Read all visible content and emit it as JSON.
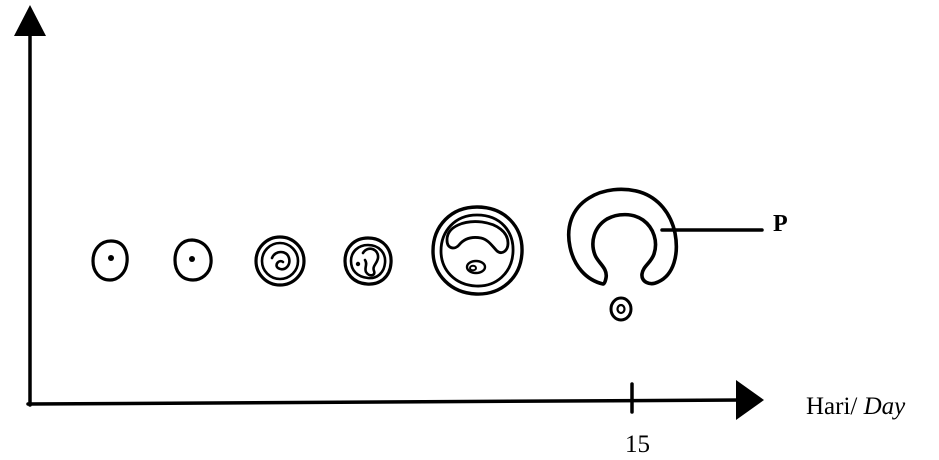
{
  "diagram": {
    "label_p": "P",
    "x_axis": {
      "label_prefix": "Hari/ ",
      "label_italic": "Day",
      "tick_label": "15"
    }
  }
}
